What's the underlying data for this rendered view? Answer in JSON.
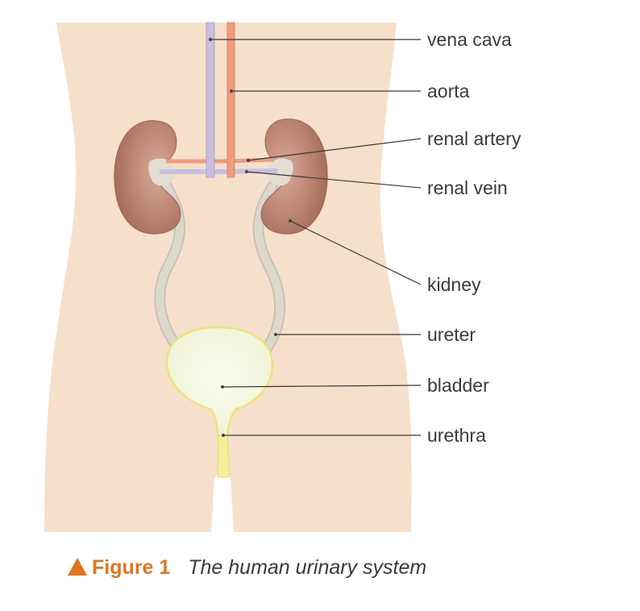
{
  "labels": {
    "vena_cava": "vena cava",
    "aorta": "aorta",
    "renal_artery": "renal artery",
    "renal_vein": "renal vein",
    "kidney": "kidney",
    "ureter": "ureter",
    "bladder": "bladder",
    "urethra": "urethra"
  },
  "caption": {
    "figure_number": "Figure 1",
    "title": "The human urinary system"
  },
  "colors": {
    "skin": "#f6e0cb",
    "kidney": "#b97f6d",
    "vena_cava": "#c9bde0",
    "aorta": "#ee9c7c",
    "ureter": "#d8d5c8",
    "bladder": "#f4f6dc",
    "bladder_outline": "#ece37a",
    "accent": "#e0741f"
  }
}
